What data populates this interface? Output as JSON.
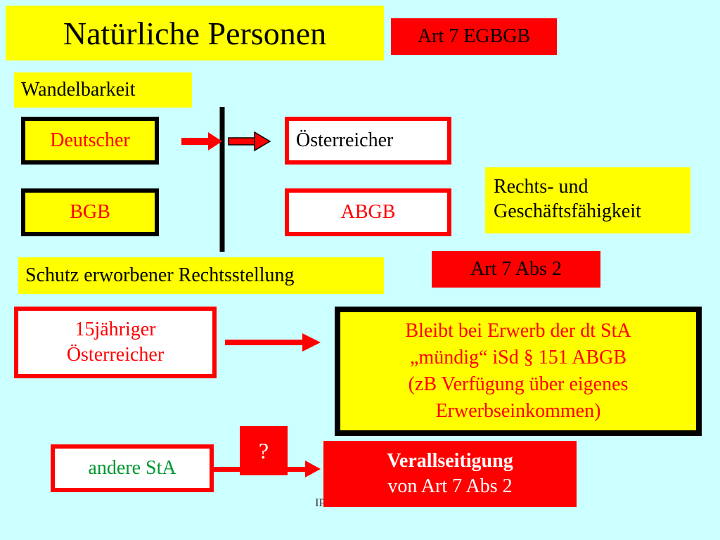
{
  "title": "Natürliche Personen",
  "art7_label": "Art 7 EGBGB",
  "wandelbarkeit_label": "Wandelbarkeit",
  "deutscher_label": "Deutscher",
  "oesterreicher_label": "Österreicher",
  "bgb_label": "BGB",
  "abgb_label": "ABGB",
  "rechts_lines": [
    "Rechts- und",
    "Geschäftsfähigkeit"
  ],
  "art7_abs2_label": "Art 7 Abs 2",
  "schutz_label": "Schutz erworbener Rechtsstellung",
  "fuenfzehn_lines": [
    "15jähriger",
    "Österreicher"
  ],
  "bleibt_lines": [
    "Bleibt bei Erwerb der dt StA",
    "„mündig“ iSd § 151 ABGB",
    "(zB Verfügung über eigenes",
    "Erwerbseinkommen)"
  ],
  "question_label": "?",
  "andere_label": "andere StA",
  "verall_title": "Verallseitigung",
  "verall_subtitle": "von Art 7 Abs 2",
  "footer": "IPR Thomas Rauscher",
  "colors": {
    "background": "#ccffff",
    "yellow": "#ffff00",
    "red": "#ff0000",
    "green": "#009933"
  }
}
